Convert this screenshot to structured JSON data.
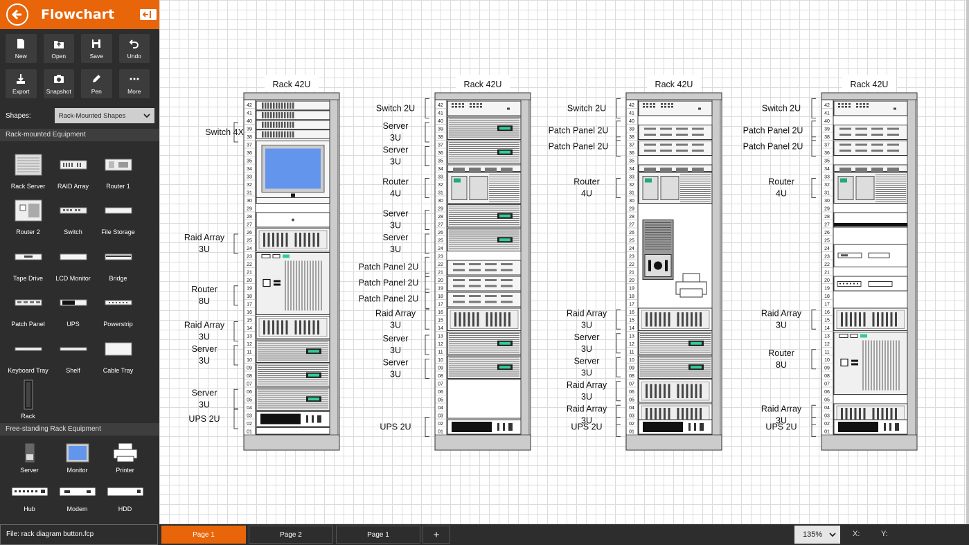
{
  "app": {
    "title": "Flowchart"
  },
  "toolbar": {
    "row1": [
      {
        "label": "New",
        "icon": "new-file-icon"
      },
      {
        "label": "Open",
        "icon": "open-icon"
      },
      {
        "label": "Save",
        "icon": "save-icon"
      },
      {
        "label": "Undo",
        "icon": "undo-icon"
      }
    ],
    "row2": [
      {
        "label": "Export",
        "icon": "export-icon"
      },
      {
        "label": "Snapshot",
        "icon": "snapshot-icon"
      },
      {
        "label": "Pen",
        "icon": "pen-icon"
      },
      {
        "label": "More",
        "icon": "more-icon"
      }
    ]
  },
  "shapes": {
    "label": "Shapes:",
    "selected": "Rack-Mounted Shapes"
  },
  "sections": {
    "rack_mounted": {
      "title": "Rack-mounted Equipment",
      "items": [
        "Rack Server",
        "RAID Array",
        "Router 1",
        "Router 2",
        "Switch",
        "File Storage",
        "Tape Drive",
        "LCD Monitor",
        "Bridge",
        "Patch Panel",
        "UPS",
        "Powerstrip",
        "Keyboard Tray",
        "Shelf",
        "Cable Tray",
        "Rack"
      ]
    },
    "free_standing": {
      "title": "Free-standing Rack Equipment",
      "items": [
        "Server",
        "Monitor",
        "Printer",
        "Hub",
        "Modem",
        "HDD"
      ]
    }
  },
  "status": {
    "file": "File:  rack diagram button.fcp",
    "tabs": [
      "Page 1",
      "Page 2",
      "Page 1"
    ],
    "add": "+",
    "zoom": "135%",
    "x_label": "X:",
    "y_label": "Y:"
  },
  "canvas": {
    "u_labels": [
      "42",
      "41",
      "40",
      "39",
      "38",
      "37",
      "36",
      "35",
      "34",
      "33",
      "32",
      "31",
      "30",
      "29",
      "28",
      "27",
      "26",
      "25",
      "24",
      "23",
      "22",
      "21",
      "20",
      "19",
      "18",
      "17",
      "16",
      "15",
      "14",
      "13",
      "12",
      "11",
      "10",
      "09",
      "08",
      "07",
      "06",
      "05",
      "04",
      "03",
      "02",
      "01"
    ],
    "racks": [
      {
        "title": "Rack 42U",
        "labels": [
          [
            "Switch 4X"
          ],
          [
            "Raid Array",
            "3U"
          ],
          [
            "Router",
            "8U"
          ],
          [
            "Raid Array",
            "3U"
          ],
          [
            "Server",
            "3U"
          ],
          [
            "Server",
            "3U"
          ],
          [
            "UPS 2U"
          ]
        ]
      },
      {
        "title": "Rack 42U",
        "labels": [
          [
            "Switch 2U"
          ],
          [
            "Server",
            "3U"
          ],
          [
            "Server",
            "3U"
          ],
          [
            "Router",
            "4U"
          ],
          [
            "Server",
            "3U"
          ],
          [
            "Server",
            "3U"
          ],
          [
            "Patch Panel 2U"
          ],
          [
            "Patch Panel 2U"
          ],
          [
            "Patch Panel 2U"
          ],
          [
            "Raid Array",
            "3U"
          ],
          [
            "Server",
            "3U"
          ],
          [
            "Server",
            "3U"
          ],
          [
            "UPS 2U"
          ]
        ]
      },
      {
        "title": "Rack 42U",
        "labels": [
          [
            "Switch 2U"
          ],
          [
            "Patch Panel 2U"
          ],
          [
            "Patch Panel 2U"
          ],
          [
            "Router",
            "4U"
          ],
          [
            "Raid Array",
            "3U"
          ],
          [
            "Server",
            "3U"
          ],
          [
            "Server",
            "3U"
          ],
          [
            "Raid Array",
            "3U"
          ],
          [
            "Raid Array",
            "3U"
          ],
          [
            "UPS 2U"
          ]
        ]
      },
      {
        "title": "Rack 42U",
        "labels": [
          [
            "Switch 2U"
          ],
          [
            "Patch Panel 2U"
          ],
          [
            "Patch Panel 2U"
          ],
          [
            "Router",
            "4U"
          ],
          [
            "Raid Array",
            "3U"
          ],
          [
            "Router",
            "8U"
          ],
          [
            "Raid Array",
            "3U"
          ],
          [
            "UPS 2U"
          ]
        ]
      }
    ]
  }
}
